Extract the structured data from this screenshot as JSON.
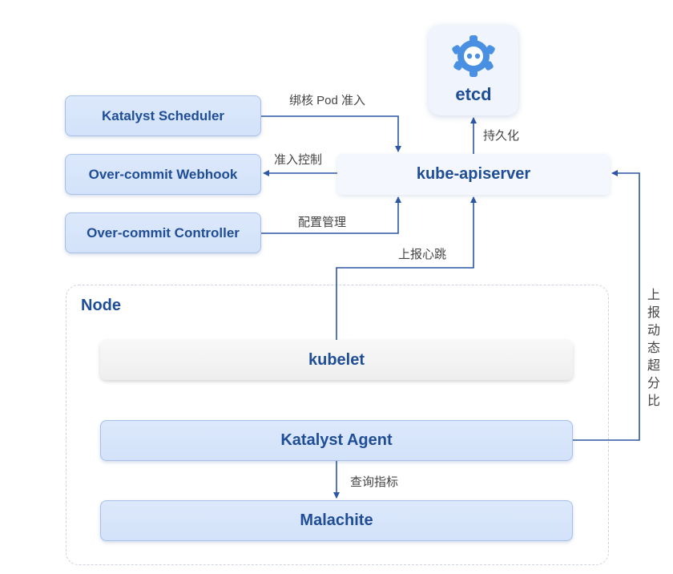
{
  "etcd": {
    "label": "etcd",
    "icon": "etcd-logo-icon"
  },
  "apiserver": {
    "label": "kube-apiserver"
  },
  "left_components": {
    "scheduler": "Katalyst Scheduler",
    "webhook": "Over-commit Webhook",
    "controller": "Over-commit Controller"
  },
  "edges": {
    "bind_core": "绑核 Pod 准入",
    "admission_control": "准入控制",
    "config_management": "配置管理",
    "persist": "持久化",
    "heartbeat": "上报心跳",
    "report_overcommit": "上报动态超分比",
    "query_metrics": "查询指标"
  },
  "node": {
    "title": "Node",
    "kubelet": "kubelet",
    "agent": "Katalyst Agent",
    "malachite": "Malachite"
  },
  "colors": {
    "arrow": "#2b57a5",
    "box_fill": "#d8e5fa",
    "box_border": "#a6c0ea",
    "text_blue": "#1f4e96",
    "etcd_logo": "#4a90e2"
  }
}
